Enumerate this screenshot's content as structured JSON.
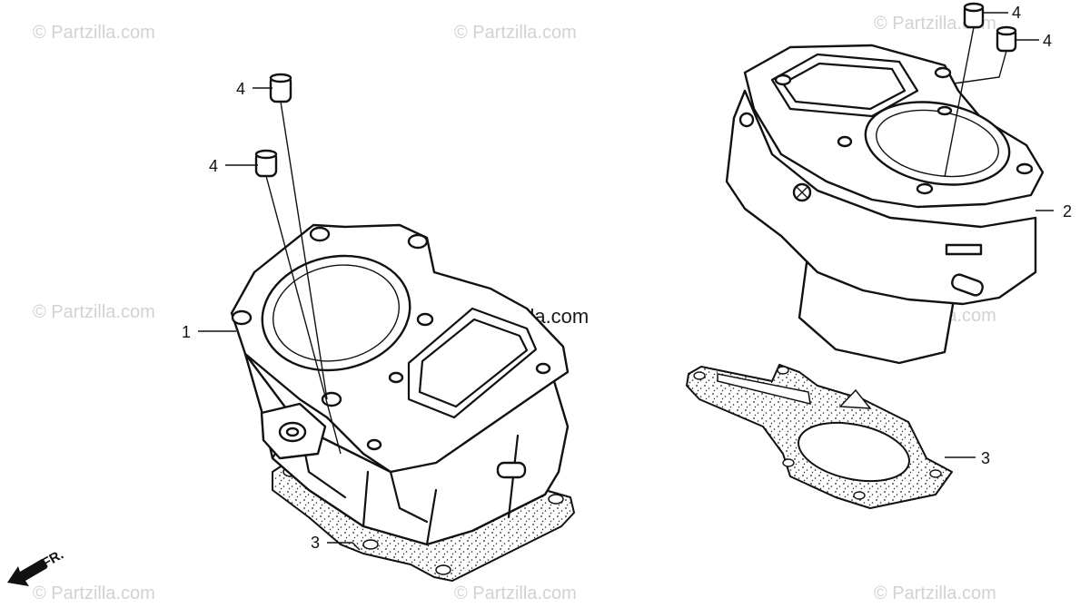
{
  "watermarks": {
    "text": "© Partzilla.com",
    "center_text": "© Partzilla.com"
  },
  "callouts": [
    {
      "id": "callout-1",
      "label": "1"
    },
    {
      "id": "callout-2",
      "label": "2"
    },
    {
      "id": "callout-3-left",
      "label": "3"
    },
    {
      "id": "callout-3-right",
      "label": "3"
    },
    {
      "id": "callout-4-left-upper",
      "label": "4"
    },
    {
      "id": "callout-4-left-lower",
      "label": "4"
    },
    {
      "id": "callout-4-right-upper",
      "label": "4"
    },
    {
      "id": "callout-4-right-lower",
      "label": "4"
    }
  ],
  "front_indicator": {
    "label": "FR.",
    "icon": "front-direction-arrow-icon"
  },
  "colors": {
    "line": "#111111",
    "watermark": "#d2d2d2",
    "background": "#ffffff"
  }
}
